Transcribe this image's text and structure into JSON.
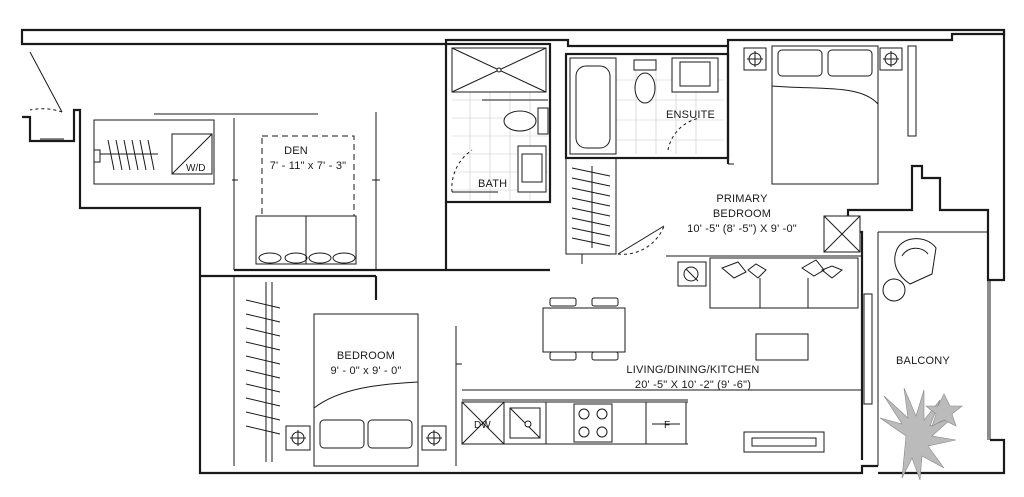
{
  "rooms": {
    "den": {
      "name": "DEN",
      "dims": "7' - 11\" x 7' - 3\""
    },
    "laundry": {
      "name": "W/D"
    },
    "bath": {
      "name": "BATH"
    },
    "ensuite": {
      "name": "ENSUITE"
    },
    "primary": {
      "name_line1": "PRIMARY",
      "name_line2": "BEDROOM",
      "dims": "10' -5\" (8' -5\") X 9' -0\""
    },
    "bedroom": {
      "name": "BEDROOM",
      "dims": "9' - 0\" x 9' - 0\""
    },
    "living": {
      "name": "LIVING/DINING/KITCHEN",
      "dims": "20' -5\" X 10' -2\" (9' -6\")"
    },
    "balcony": {
      "name": "BALCONY"
    }
  },
  "appliances": {
    "dishwasher": "DW",
    "fridge": "F"
  }
}
